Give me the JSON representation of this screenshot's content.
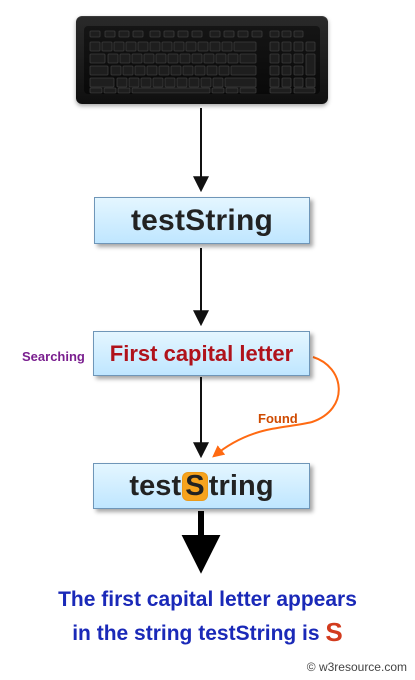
{
  "diagram": {
    "input_box": "testString",
    "search_box": "First capital letter",
    "result_box": {
      "prefix": "test",
      "highlight": "S",
      "suffix": "tring"
    },
    "labels": {
      "searching": "Searching",
      "found": "Found"
    },
    "result_text": {
      "line1": "The first capital letter appears",
      "line2_prefix": "in the string testString is ",
      "line2_highlight": "S"
    },
    "footer": "© w3resource.com"
  },
  "icons": {
    "keyboard": "keyboard-icon",
    "arrow_down": "arrow-down-icon",
    "curved_arrow": "curved-arrow-icon"
  },
  "colors": {
    "box_fill_top": "#e4f6ff",
    "box_fill_bottom": "#bfe6ff",
    "box_border": "#6f96b8",
    "title_text": "#222222",
    "search_text": "#b0121b",
    "searching_label": "#7a1f8f",
    "found_label": "#cf4a00",
    "highlight_bg": "#f7a31d",
    "result_text": "#1a29b8",
    "result_highlight": "#d23b1e"
  }
}
